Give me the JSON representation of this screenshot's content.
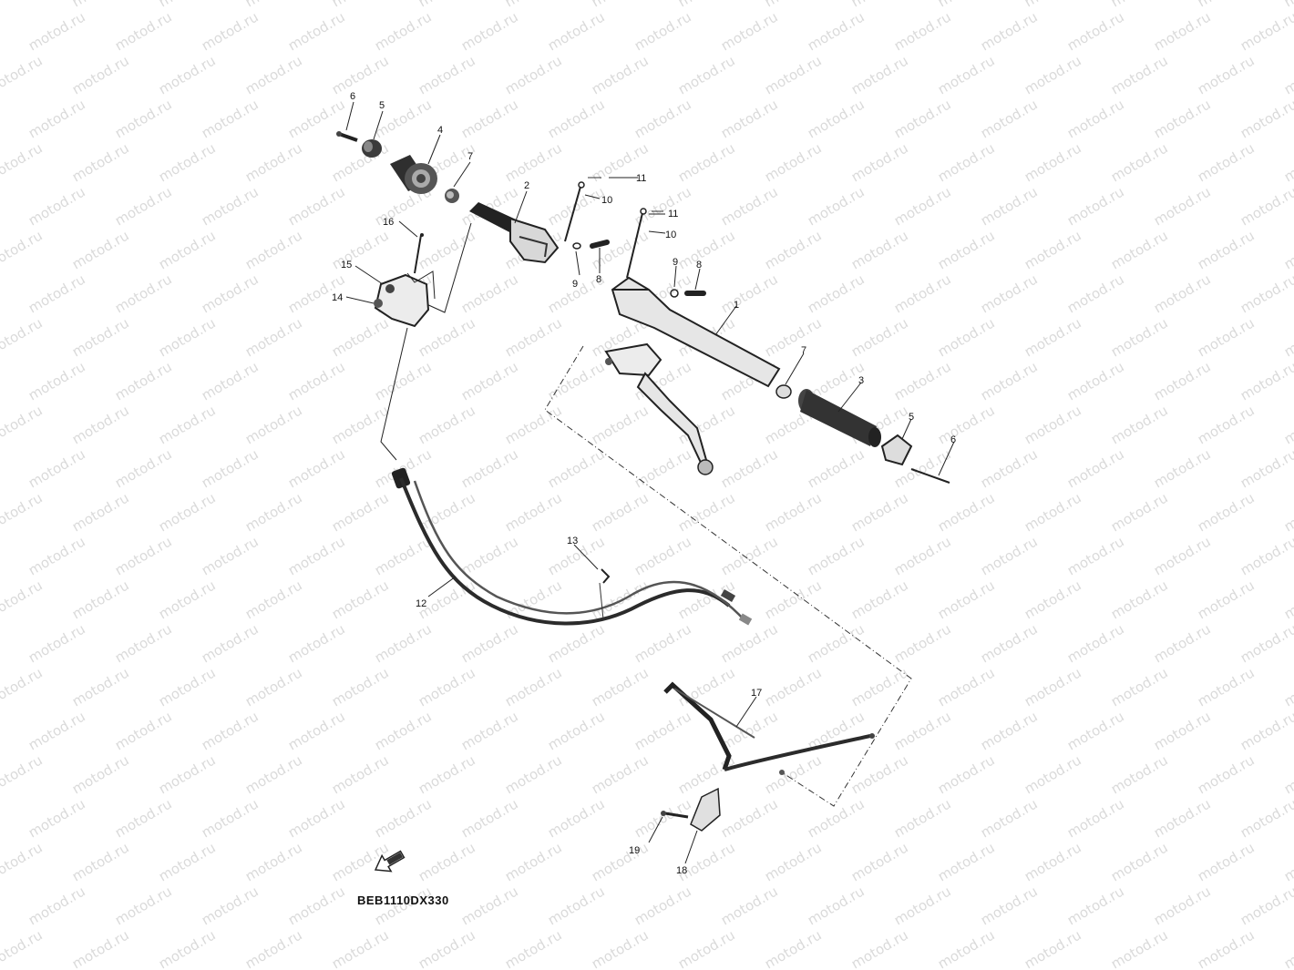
{
  "watermark": "motod.ru",
  "diagram_code": "BEB1110DX330",
  "callouts": [
    {
      "id": "c-1",
      "text": "1"
    },
    {
      "id": "c-2",
      "text": "2"
    },
    {
      "id": "c-3",
      "text": "3"
    },
    {
      "id": "c-4",
      "text": "4"
    },
    {
      "id": "c-5a",
      "text": "5"
    },
    {
      "id": "c-5b",
      "text": "5"
    },
    {
      "id": "c-6a",
      "text": "6"
    },
    {
      "id": "c-6b",
      "text": "6"
    },
    {
      "id": "c-7a",
      "text": "7"
    },
    {
      "id": "c-7b",
      "text": "7"
    },
    {
      "id": "c-8a",
      "text": "8"
    },
    {
      "id": "c-8b",
      "text": "8"
    },
    {
      "id": "c-9a",
      "text": "9"
    },
    {
      "id": "c-9b",
      "text": "9"
    },
    {
      "id": "c-10a",
      "text": "10"
    },
    {
      "id": "c-10b",
      "text": "10"
    },
    {
      "id": "c-11a",
      "text": "11"
    },
    {
      "id": "c-11b",
      "text": "11"
    },
    {
      "id": "c-12",
      "text": "12"
    },
    {
      "id": "c-13",
      "text": "13"
    },
    {
      "id": "c-14",
      "text": "14"
    },
    {
      "id": "c-15",
      "text": "15"
    },
    {
      "id": "c-16",
      "text": "16"
    },
    {
      "id": "c-17",
      "text": "17"
    },
    {
      "id": "c-18",
      "text": "18"
    },
    {
      "id": "c-19",
      "text": "19"
    }
  ],
  "colors": {
    "ink": "#1a1a1a",
    "part_dark": "#2b2b2b",
    "part_mid": "#777777",
    "watermark": "#bdbdbd"
  }
}
